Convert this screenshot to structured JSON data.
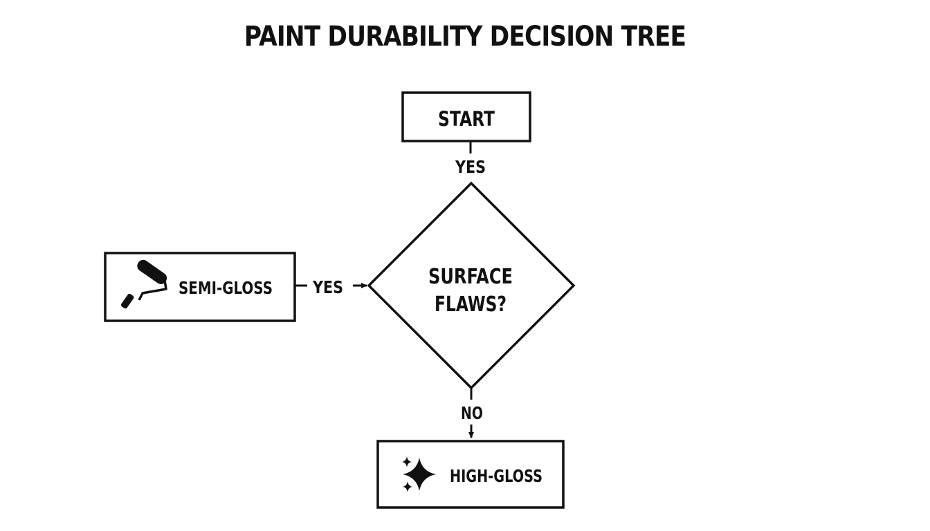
{
  "title": "PAINT DURABILITY DECISION TREE",
  "nodes": {
    "start": {
      "label": "START"
    },
    "decision": {
      "line1": "SURFACE",
      "line2": "FLAWS?"
    },
    "semi_gloss": {
      "label": "SEMI-GLOSS",
      "icon": "paint-roller-icon"
    },
    "high_gloss": {
      "label": "HIGH-GLOSS",
      "icon": "sparkle-icon"
    }
  },
  "edges": {
    "start_to_decision": {
      "label": "YES"
    },
    "decision_to_semi_gloss": {
      "label": "YES"
    },
    "decision_to_high_gloss": {
      "label": "NO"
    }
  },
  "colors": {
    "stroke": "#111111",
    "background": "#ffffff"
  }
}
